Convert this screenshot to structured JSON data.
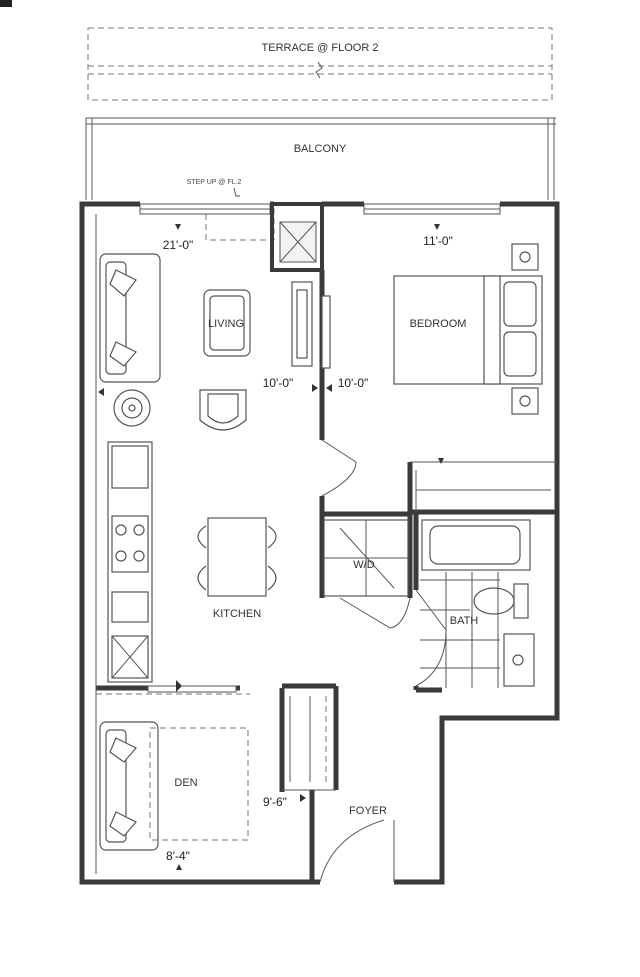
{
  "labels": {
    "terrace": "TERRACE @ FLOOR 2",
    "balcony": "BALCONY",
    "step_up": "STEP UP @ FL.2",
    "living": "LIVING",
    "bedroom": "BEDROOM",
    "kitchen": "KITCHEN",
    "wd": "W/D",
    "bath": "BATH",
    "den": "DEN",
    "foyer": "FOYER"
  },
  "dimensions": {
    "living_width": "21'-0\"",
    "living_depth": "10'-0\"",
    "bedroom_width": "11'-0\"",
    "bedroom_depth": "10'-0\"",
    "den_depth": "9'-6\"",
    "den_width": "8'-4\""
  },
  "colors": {
    "wall": "#3a3a3a",
    "line": "#555555",
    "text": "#333333",
    "fill": "#e8e8e8"
  }
}
